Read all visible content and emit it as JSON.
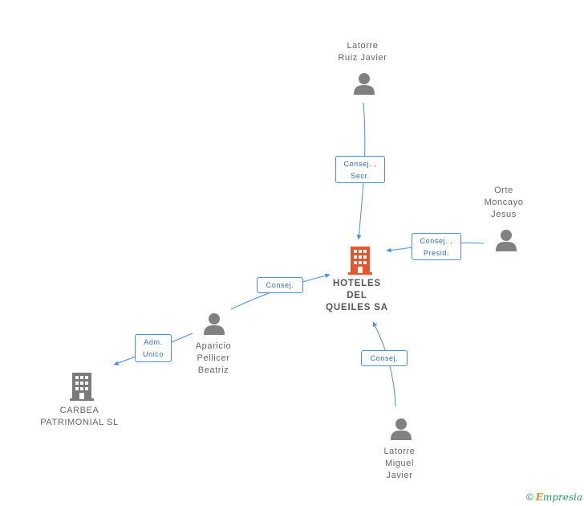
{
  "nodes": {
    "hoteles": {
      "lines": [
        "HOTELES",
        "DEL",
        "QUEILES SA"
      ]
    },
    "latorre_ruiz": {
      "lines": [
        "Latorre",
        "Ruiz Javier"
      ]
    },
    "orte": {
      "lines": [
        "Orte",
        "Moncayo",
        "Jesus"
      ]
    },
    "aparicio": {
      "lines": [
        "Aparicio",
        "Pellicer",
        "Beatriz"
      ]
    },
    "carbea": {
      "lines": [
        "CARBEA",
        "PATRIMONIAL SL"
      ]
    },
    "latorre_miguel": {
      "lines": [
        "Latorre",
        "Miguel",
        "Javier"
      ]
    }
  },
  "edges": {
    "latorre_ruiz": {
      "lines": [
        "Consej. ,",
        "Secr."
      ]
    },
    "orte": {
      "lines": [
        "Consej. ,",
        "Presid."
      ]
    },
    "aparicio": {
      "lines": [
        "Consej."
      ]
    },
    "carbea": {
      "lines": [
        "Adm.",
        "Unico"
      ]
    },
    "latorre_miguel": {
      "lines": [
        "Consej."
      ]
    }
  },
  "colors": {
    "edge": "#4a8fd9",
    "main_building": "#e8552a",
    "person": "#808080",
    "company": "#7a7a7a"
  },
  "footer": {
    "copyright": "©",
    "brand_first": "E",
    "brand_rest": "mpresia"
  }
}
